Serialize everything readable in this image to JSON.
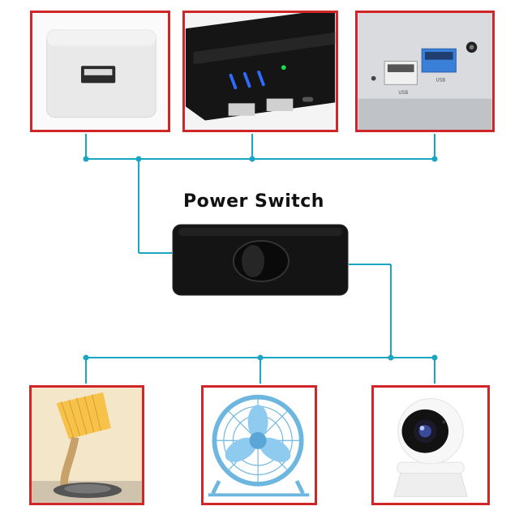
{
  "diagram": {
    "title": "Power Switch"
  },
  "sources": [
    {
      "id": "usb-wall-charger",
      "usb_label": ""
    },
    {
      "id": "power-bank",
      "usb_label": ""
    },
    {
      "id": "computer-usb-ports",
      "usb_label": "USB"
    }
  ],
  "devices": [
    {
      "id": "desk-lamp"
    },
    {
      "id": "desk-fan"
    },
    {
      "id": "security-camera"
    }
  ],
  "colors": {
    "frame": "#d0262a",
    "wire": "#1aa5c0",
    "switch_body": "#141414",
    "fan": "#6db6e0"
  }
}
